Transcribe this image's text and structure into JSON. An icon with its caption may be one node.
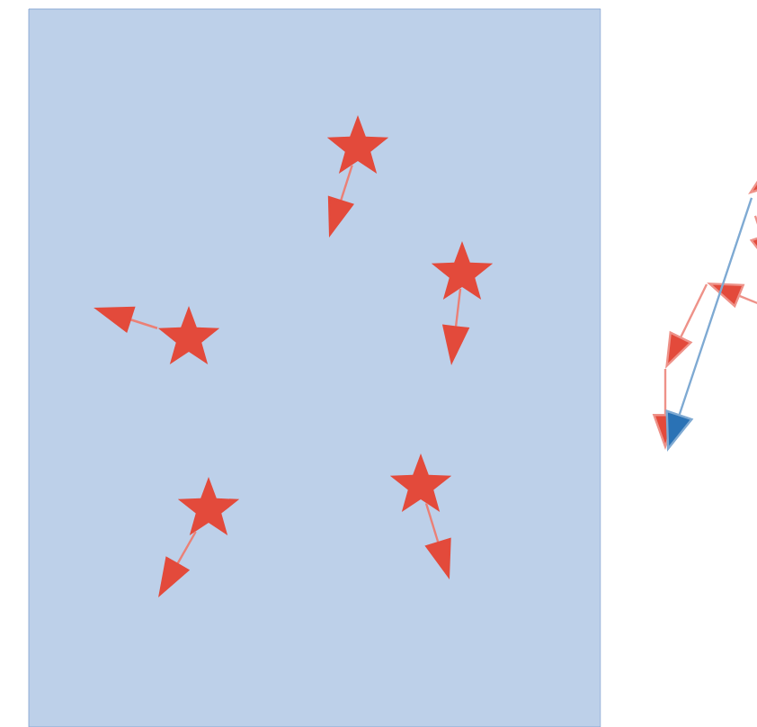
{
  "diagram": {
    "nodes": [
      {
        "text": [],
        "shape": "box"
      },
      {
        "text": [],
        "shape": "star",
        "in": 0
      },
      {
        "text": [],
        "shape": "star",
        "in": 0
      },
      {
        "text": [],
        "shape": "star",
        "in": 0
      },
      {
        "text": [],
        "shape": "star",
        "in": 0
      },
      {
        "text": [],
        "shape": "star",
        "in": 0
      }
    ],
    "edges": [
      {
        "from": 1,
        "to": null,
        "arrow": "to"
      },
      {
        "from": 2,
        "to": null,
        "arrow": "to"
      },
      {
        "from": 3,
        "to": null,
        "arrow": "to"
      },
      {
        "from": 4,
        "to": null,
        "arrow": "to"
      },
      {
        "from": 5,
        "to": null,
        "arrow": "to"
      }
    ]
  }
}
